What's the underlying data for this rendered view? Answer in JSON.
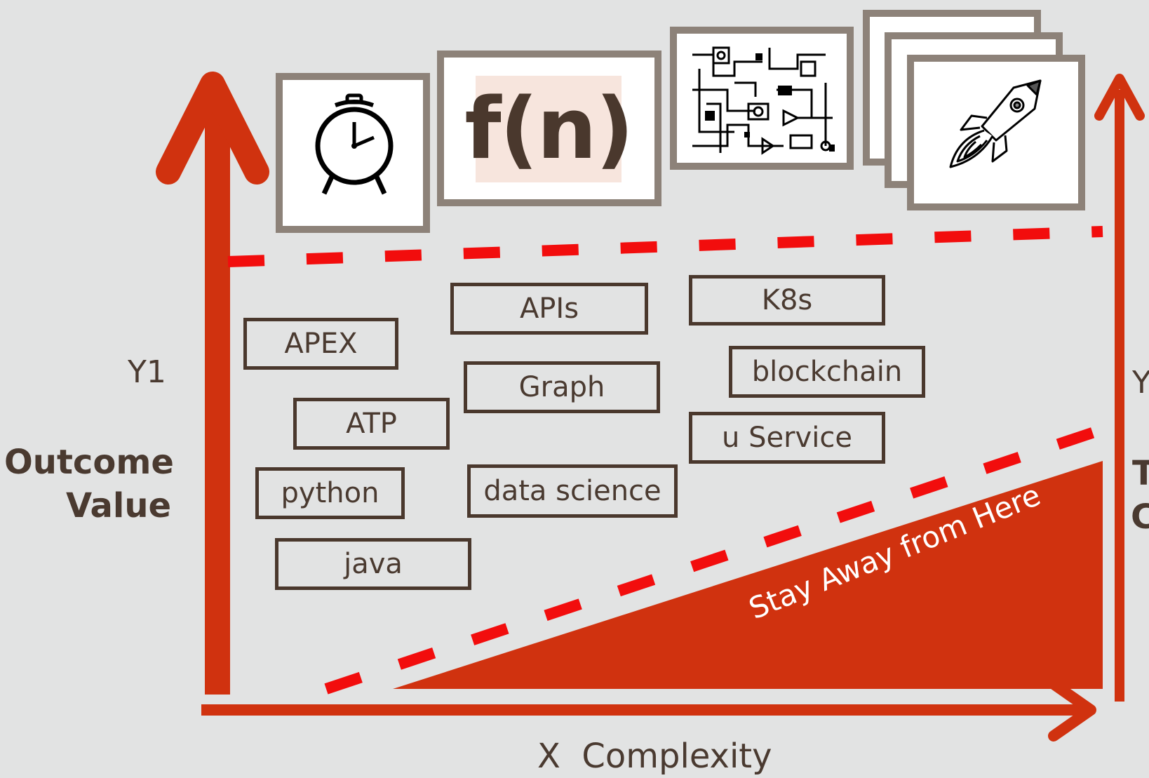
{
  "axes": {
    "y_label": "Y1",
    "y_title_line1": "Outcome",
    "y_title_line2": "Value",
    "x_label": "X  Complexity",
    "right_y_label": "Y",
    "right_title_line1": "T",
    "right_title_line2": "C"
  },
  "technologies": [
    "APEX",
    "APIs",
    "K8s",
    "Graph",
    "blockchain",
    "ATP",
    "u Service",
    "python",
    "data science",
    "java"
  ],
  "icons": {
    "function_text": "f(n)",
    "clock": "alarm-clock-icon",
    "circuit": "circuit-diagram-icon",
    "rocket": "rocket-icon"
  },
  "danger_zone_label": "Stay Away from Here",
  "colors": {
    "background": "#e2e3e3",
    "arrow": "#d0320f",
    "dash": "#f20d0d",
    "text": "#4a3a30",
    "frame": "#8d8279"
  }
}
